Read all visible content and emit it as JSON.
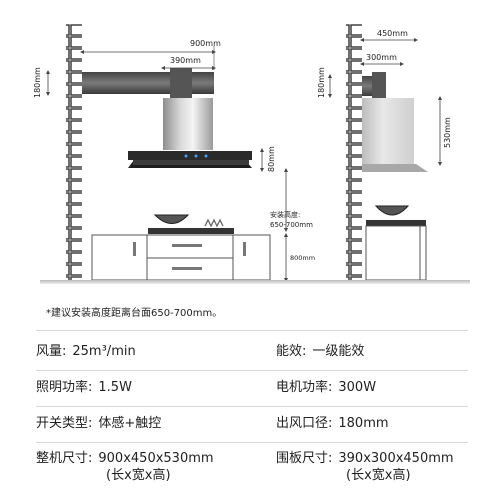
{
  "diagram": {
    "left_view": {
      "width_label": "900mm",
      "depth_label": "390mm",
      "outlet_label": "180mm",
      "panel_height_label": "80mm",
      "install_label_line1": "安装高度:",
      "install_label_line2": "650-700mm",
      "counter_height_label": "800mm"
    },
    "right_view": {
      "width_label": "450mm",
      "depth_label": "300mm",
      "outlet_label": "180mm",
      "height_label": "530mm"
    }
  },
  "note": "*建议安装高度距离台面650-700mm。",
  "specs": {
    "row1_left": {
      "label": "风量:",
      "value": "25m³/min"
    },
    "row1_right": {
      "label": "能效:",
      "value": "一级能效"
    },
    "row2_left": {
      "label": "照明功率:",
      "value": "1.5W"
    },
    "row2_right": {
      "label": "电机功率:",
      "value": "300W"
    },
    "row3_left": {
      "label": "开关类型:",
      "value": "体感+触控"
    },
    "row3_right": {
      "label": "出风口径:",
      "value": "180mm"
    },
    "row4_left": {
      "label": "整机尺寸:",
      "value": "900x450x530mm",
      "value2": "(长x宽x高)"
    },
    "row4_right": {
      "label": "围板尺寸:",
      "value": "390x300x450mm",
      "value2": "(长x宽x高)"
    }
  }
}
